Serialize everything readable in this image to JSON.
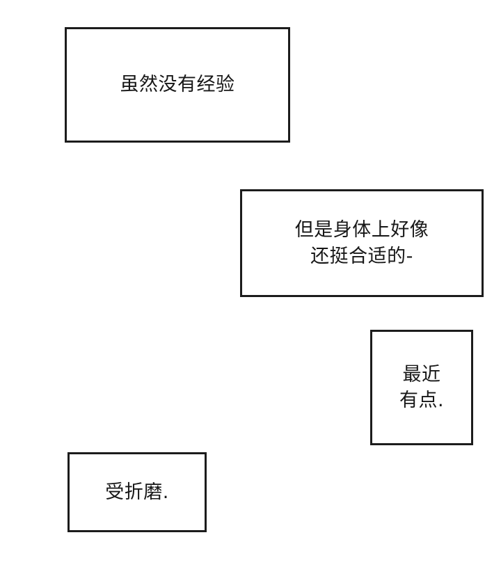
{
  "page": {
    "background_color": "#ffffff",
    "border_color": "#1c1c1c",
    "text_color": "#171717"
  },
  "panels": [
    {
      "id": "bubble-1",
      "name": "speech-bubble-1",
      "text": "虽然没有经验"
    },
    {
      "id": "bubble-2",
      "name": "speech-bubble-2",
      "text": "但是身体上好像\n还挺合适的-"
    },
    {
      "id": "bubble-3",
      "name": "speech-bubble-3",
      "text": "最近\n有点."
    },
    {
      "id": "bubble-4",
      "name": "speech-bubble-4",
      "text": "受折磨."
    }
  ]
}
